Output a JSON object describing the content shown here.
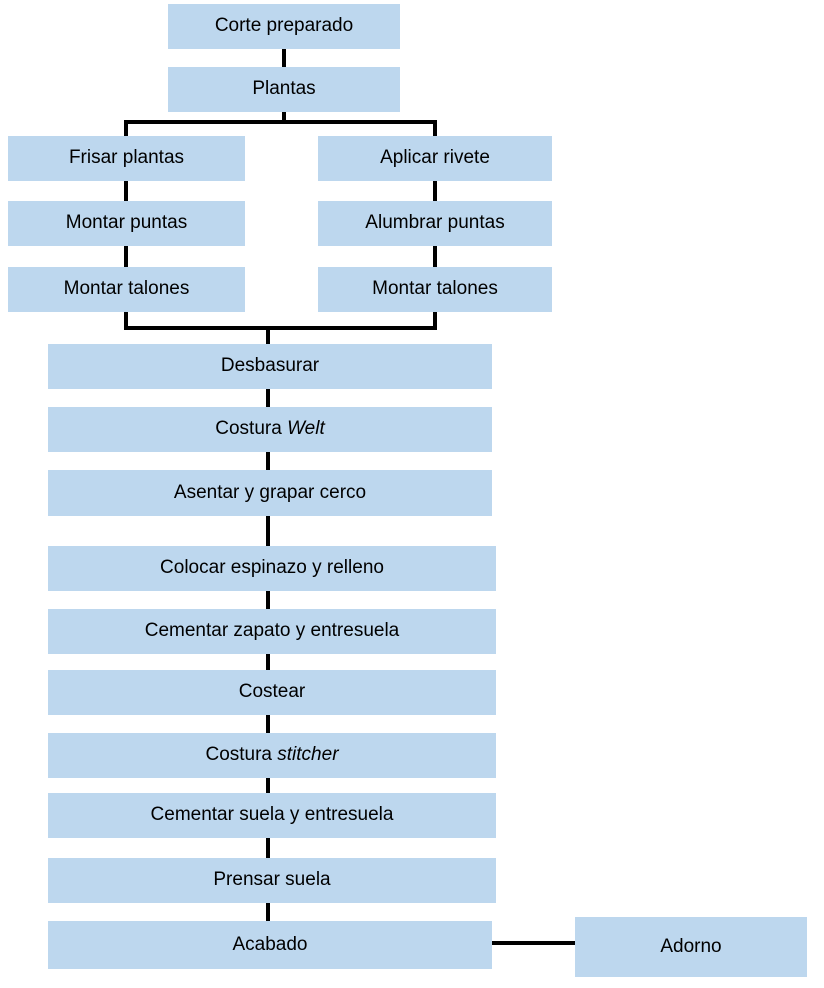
{
  "theme": {
    "box_fill": "#BDD7EE",
    "line_color": "#000000",
    "text_color": "#000000",
    "background": "#FFFFFF"
  },
  "nodes": {
    "corte_preparado": {
      "label": "Corte preparado"
    },
    "plantas": {
      "label": "Plantas"
    },
    "frisar_plantas": {
      "label": "Frisar plantas"
    },
    "aplicar_rivete": {
      "label": "Aplicar rivete"
    },
    "montar_puntas": {
      "label": "Montar puntas"
    },
    "alumbrar_puntas": {
      "label": "Alumbrar puntas"
    },
    "montar_talones_left": {
      "label": "Montar talones"
    },
    "montar_talones_right": {
      "label": "Montar talones"
    },
    "desbasurar": {
      "label": "Desbasurar"
    },
    "costura_welt": {
      "label": "Costura",
      "label_italic": "Welt"
    },
    "asentar_grapar_cerco": {
      "label": "Asentar y grapar cerco"
    },
    "colocar_espinazo_relleno": {
      "label": "Colocar espinazo y relleno"
    },
    "cementar_zapato_entresuela": {
      "label": "Cementar zapato y entresuela"
    },
    "costear": {
      "label": "Costear"
    },
    "costura_stitcher": {
      "label": "Costura",
      "label_italic": "stitcher"
    },
    "cementar_suela_entresuela": {
      "label": "Cementar suela y entresuela"
    },
    "prensar_suela": {
      "label": "Prensar suela"
    },
    "acabado": {
      "label": "Acabado"
    },
    "adorno": {
      "label": "Adorno"
    }
  }
}
